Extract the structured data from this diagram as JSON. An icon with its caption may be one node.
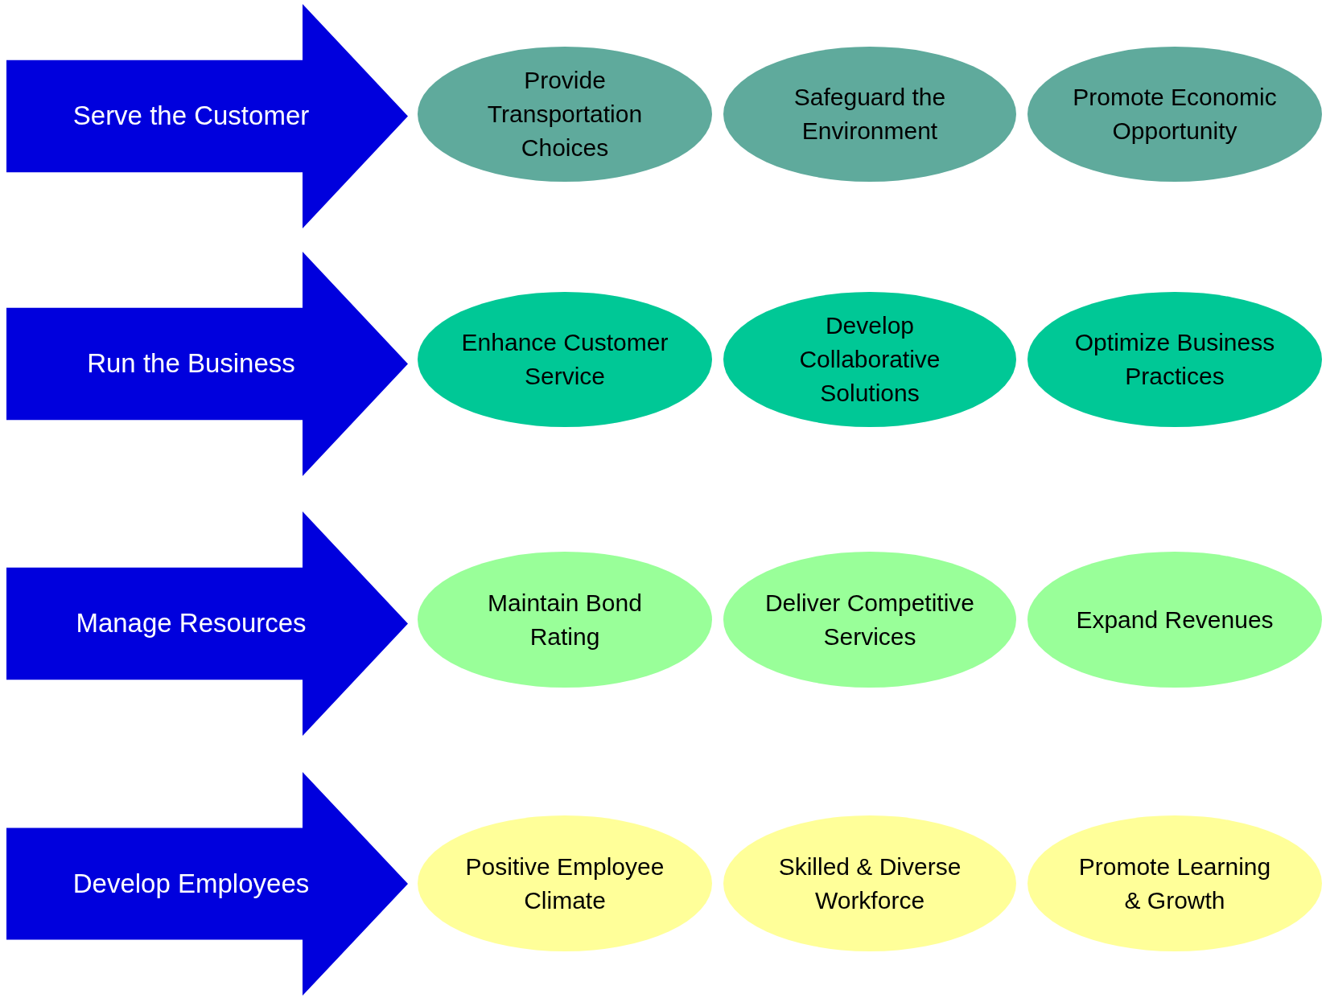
{
  "diagram": {
    "nodes": [
      {
        "text": [
          "Serve the Customer"
        ]
      },
      {
        "text": [
          "Provide Transportation Choices"
        ]
      },
      {
        "text": [
          "Safeguard the Environment"
        ]
      },
      {
        "text": [
          "Promote Economic Opportunity"
        ]
      },
      {
        "text": [
          "Run the Business"
        ]
      },
      {
        "text": [
          "Enhance Customer Service"
        ]
      },
      {
        "text": [
          "Develop Collaborative Solutions"
        ]
      },
      {
        "text": [
          "Optimize Business Practices"
        ]
      },
      {
        "text": [
          "Manage Resources"
        ]
      },
      {
        "text": [
          "Maintain Bond Rating"
        ]
      },
      {
        "text": [
          "Deliver Competitive Services"
        ]
      },
      {
        "text": [
          "Expand Revenues"
        ]
      },
      {
        "text": [
          "Develop Employees"
        ]
      },
      {
        "text": [
          "Positive Employee Climate"
        ]
      },
      {
        "text": [
          "Skilled & Diverse Workforce"
        ]
      },
      {
        "text": [
          "Promote Learning & Growth"
        ]
      }
    ]
  }
}
